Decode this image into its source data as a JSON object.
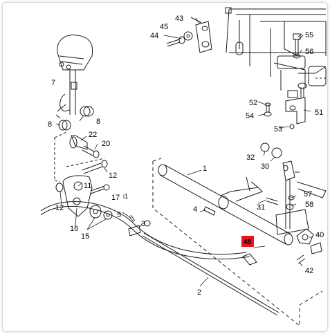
{
  "callouts": {
    "c1": "1",
    "c2": "2",
    "c3": "3",
    "c4": "4",
    "c5": "5",
    "c7": "7",
    "c8a": "8",
    "c8b": "8",
    "c11": "11",
    "c12a": "12",
    "c12b": "12",
    "c15": "15",
    "c16": "16",
    "c17": "17",
    "i1": "i1",
    "c20": "20",
    "c22": "22",
    "c30": "30",
    "c31": "31",
    "c32": "32",
    "c40": "40",
    "c42": "42",
    "c43": "43",
    "c44": "44",
    "c45": "45",
    "c51": "51",
    "c52": "52",
    "c53": "53",
    "c54": "54",
    "c55": "55",
    "c56": "56",
    "c57": "57",
    "c58": "58",
    "c48": "48"
  },
  "colors": {
    "highlight": "#e8141a",
    "line": "#1a1a1a"
  }
}
